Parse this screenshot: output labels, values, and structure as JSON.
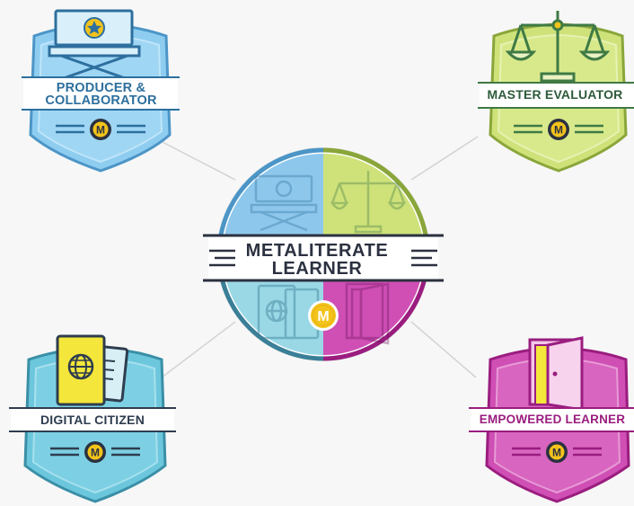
{
  "center": {
    "title_line1": "METALITERATE",
    "title_line2": "LEARNER",
    "medallion_letter": "M"
  },
  "badges": {
    "producer": {
      "label_line1": "PRODUCER &",
      "label_line2": "COLLABORATOR",
      "medallion_letter": "M",
      "icon": "director-chair-icon",
      "color": "#7ec0ea"
    },
    "master": {
      "label": "MASTER EVALUATOR",
      "medallion_letter": "M",
      "icon": "balance-scale-icon",
      "color": "#c6dc6a"
    },
    "digital": {
      "label": "DIGITAL CITIZEN",
      "medallion_letter": "M",
      "icon": "passport-icon",
      "color": "#6cc7dd"
    },
    "empowered": {
      "label": "EMPOWERED LEARNER",
      "medallion_letter": "M",
      "icon": "open-door-icon",
      "color": "#cf4fb5"
    }
  },
  "colors": {
    "blue": "#7ec0ea",
    "lime": "#c6dc6a",
    "teal": "#6cc7dd",
    "magenta": "#cf4fb5",
    "navy": "#2b3140",
    "gold": "#f3c31b"
  }
}
